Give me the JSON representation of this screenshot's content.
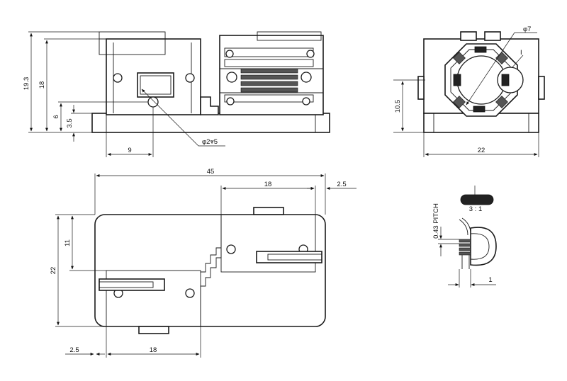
{
  "front_view": {
    "dim_overall_height": "19.3",
    "dim_body_height": "18",
    "dim_hole_height": "6",
    "dim_base_height": "3.5",
    "dim_hole_offset": "9",
    "hole_callout": "φ2⩔5"
  },
  "side_view": {
    "dim_ring_diameter": "φ7",
    "dim_center_height": "10.5",
    "dim_width": "22",
    "label_detail": "I"
  },
  "top_view": {
    "dim_total_length": "45",
    "dim_right_module": "18",
    "dim_right_offset": "2.5",
    "dim_height": "22",
    "dim_half_height": "11",
    "dim_left_offset": "2.5",
    "dim_left_module": "18"
  },
  "detail_view": {
    "label": "3 : 1",
    "dim_pitch": "0.43 PITCH",
    "dim_width": "1"
  }
}
